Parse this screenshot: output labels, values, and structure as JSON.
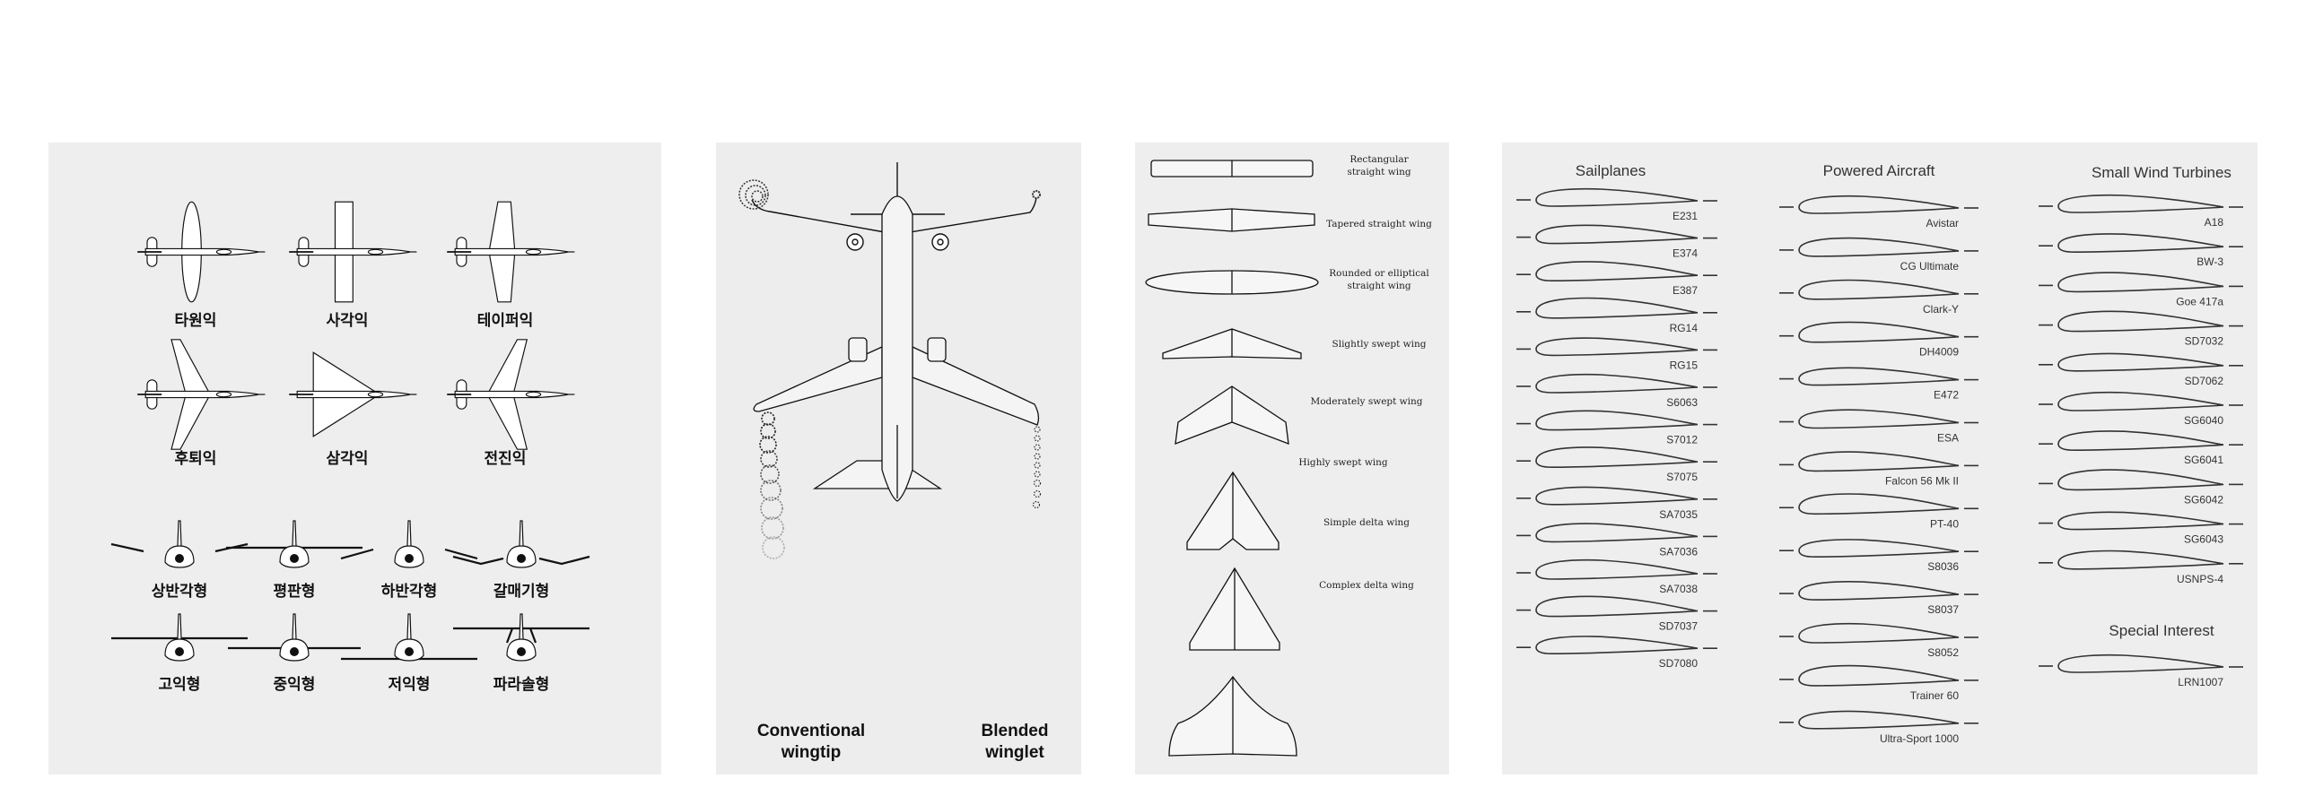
{
  "planform_panel": {
    "top_view_labels": [
      "타원익",
      "사각익",
      "테이퍼익",
      "후퇴익",
      "삼각익",
      "전진익"
    ],
    "front_view_labels": [
      "상반각형",
      "평판형",
      "하반각형",
      "갈매기형",
      "고익형",
      "중익형",
      "저익형",
      "파라솔형"
    ]
  },
  "winglet_panel": {
    "left_caption": [
      "Conventional",
      "wingtip"
    ],
    "right_caption": [
      "Blended",
      "winglet"
    ]
  },
  "wing_types_panel": {
    "labels": [
      [
        "Rectangular",
        "straight wing"
      ],
      [
        "Tapered straight wing"
      ],
      [
        "Rounded or elliptical",
        "straight wing"
      ],
      [
        "Slightly swept wing"
      ],
      [
        "Moderately swept wing"
      ],
      [
        "Highly swept wing"
      ],
      [
        "Simple delta wing"
      ],
      [
        "Complex delta wing"
      ]
    ]
  },
  "airfoil_panel": {
    "groups": [
      {
        "title": "Sailplanes",
        "items": [
          "E231",
          "E374",
          "E387",
          "RG14",
          "RG15",
          "S6063",
          "S7012",
          "S7075",
          "SA7035",
          "SA7036",
          "SA7038",
          "SD7037",
          "SD7080"
        ]
      },
      {
        "title": "Powered Aircraft",
        "items": [
          "Avistar",
          "CG Ultimate",
          "Clark-Y",
          "DH4009",
          "E472",
          "ESA",
          "Falcon 56 Mk II",
          "PT-40",
          "S8036",
          "S8037",
          "S8052",
          "Trainer 60",
          "Ultra-Sport 1000"
        ]
      },
      {
        "title": "Small Wind Turbines",
        "items": [
          "A18",
          "BW-3",
          "Goe 417a",
          "SD7032",
          "SD7062",
          "SG6040",
          "SG6041",
          "SG6042",
          "SG6043",
          "USNPS-4"
        ]
      },
      {
        "title": "Special Interest",
        "items": [
          "LRN1007"
        ]
      }
    ]
  }
}
